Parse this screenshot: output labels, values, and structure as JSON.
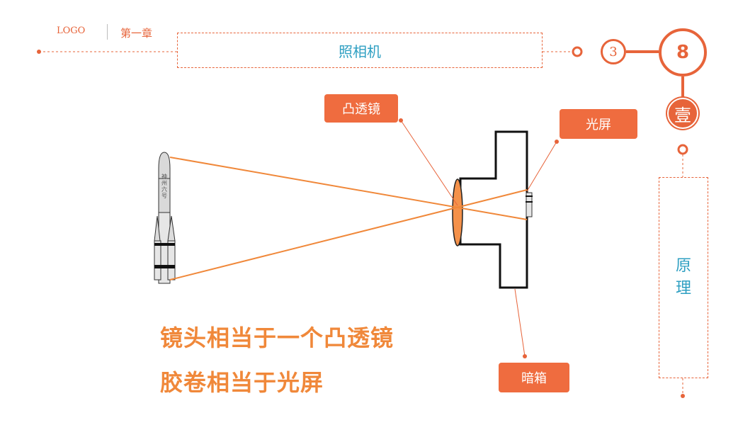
{
  "header": {
    "logo": "LOGO",
    "chapter": "第一章",
    "topic": "照相机"
  },
  "numbers": {
    "small": "3",
    "big": "8",
    "section": "壹"
  },
  "side": {
    "label": "原理"
  },
  "diagram": {
    "rocket_text": "神州六号",
    "labels": {
      "lens": "凸透镜",
      "screen": "光屏",
      "box": "暗箱"
    }
  },
  "captions": [
    "镜头相当于一个凸透镜",
    "胶卷相当于光屏"
  ],
  "colors": {
    "accent": "#e7643a",
    "tag": "#ef6c3f",
    "text_blue": "#2e9fc2",
    "caption": "#f0883a",
    "ray": "#f0883a"
  }
}
